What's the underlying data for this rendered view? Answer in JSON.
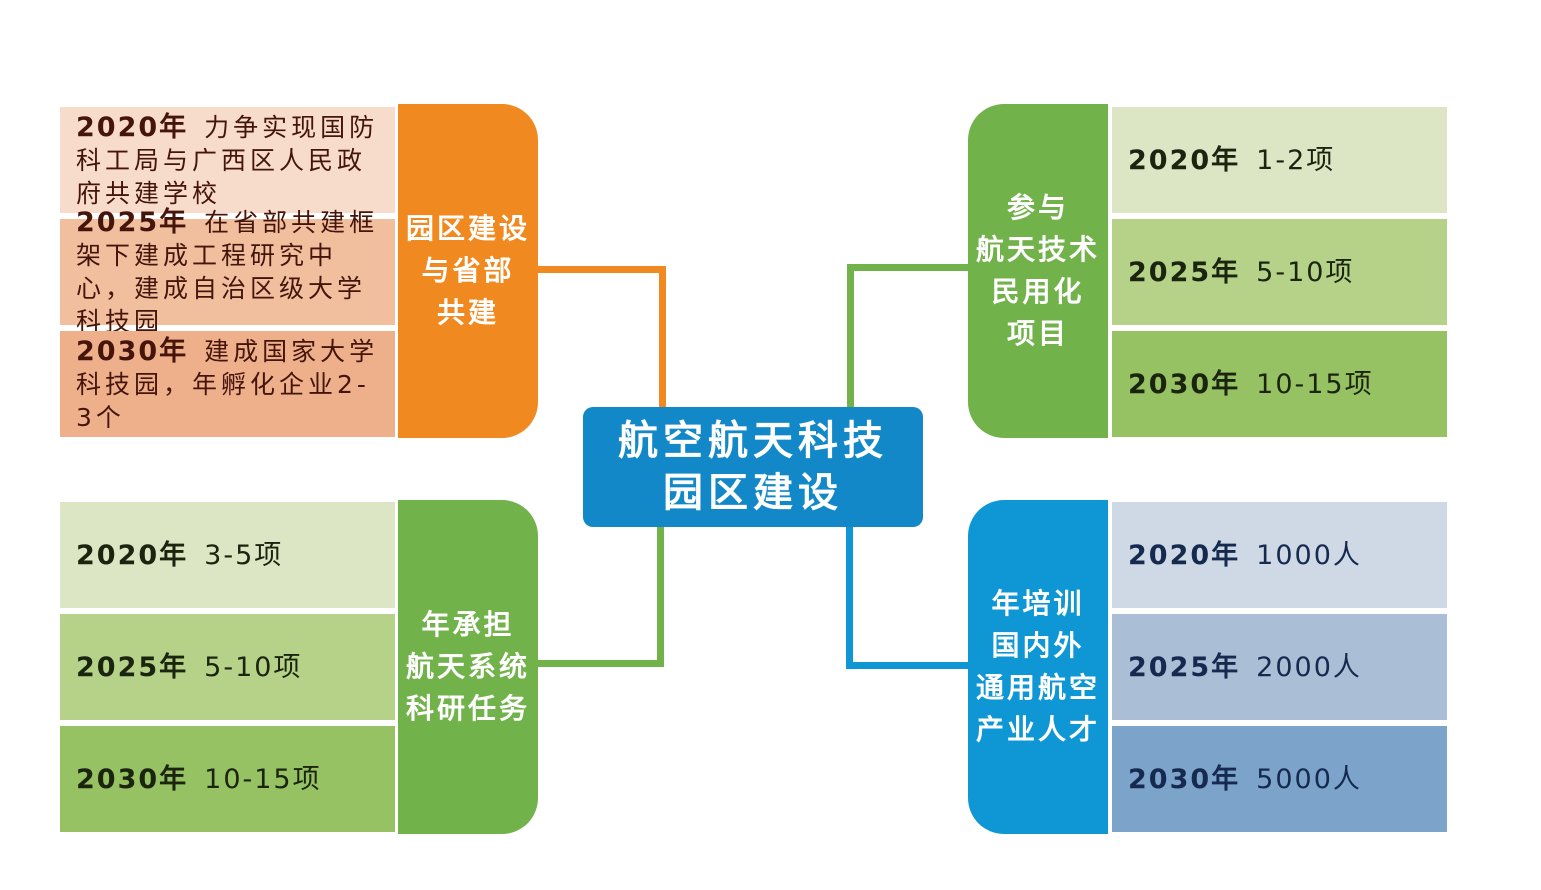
{
  "page": {
    "background": "#ffffff"
  },
  "center": {
    "title_lines": [
      "航空航天科技",
      "园区建设"
    ],
    "bg": "#1288C8",
    "text_color": "#ffffff"
  },
  "branches": [
    {
      "name": "园区建设与省部共建",
      "label_lines": [
        "园区建设",
        "与省部",
        "共建"
      ],
      "color": "#F18921",
      "text_color": "#45150C",
      "rows": [
        {
          "year": "2020年",
          "text": "力争实现国防科工局与广西区人民政府共建学校",
          "bg": "#F7DCCB"
        },
        {
          "year": "2025年",
          "text": "在省部共建框架下建成工程研究中心，建成自治区级大学科技园",
          "bg": "#F1BF9E"
        },
        {
          "year": "2030年",
          "text": "建成国家大学科技园，年孵化企业2-3个",
          "bg": "#EEAF8B"
        }
      ]
    },
    {
      "name": "参与航天技术民用化项目",
      "label_lines": [
        "参与",
        "航天技术",
        "民用化",
        "项目"
      ],
      "color": "#71B24A",
      "text_color": "#1A240E",
      "rows": [
        {
          "year": "2020年",
          "text": "1-2项",
          "bg": "#DCE5C4"
        },
        {
          "year": "2025年",
          "text": "5-10项",
          "bg": "#B6D288"
        },
        {
          "year": "2030年",
          "text": "10-15项",
          "bg": "#97C263"
        }
      ]
    },
    {
      "name": "年承担航天系统科研任务",
      "label_lines": [
        "年承担",
        "航天系统",
        "科研任务"
      ],
      "color": "#71B24A",
      "text_color": "#1A240E",
      "rows": [
        {
          "year": "2020年",
          "text": "3-5项",
          "bg": "#DCE5C4"
        },
        {
          "year": "2025年",
          "text": "5-10项",
          "bg": "#B6D288"
        },
        {
          "year": "2030年",
          "text": "10-15项",
          "bg": "#97C263"
        }
      ]
    },
    {
      "name": "年培训国内外通用航空产业人才",
      "label_lines": [
        "年培训",
        "国内外",
        "通用航空",
        "产业人才"
      ],
      "color": "#0F97D5",
      "text_color": "#16294E",
      "rows": [
        {
          "year": "2020年",
          "text": "1000人",
          "bg": "#CFD9E5"
        },
        {
          "year": "2025年",
          "text": "2000人",
          "bg": "#AABED6"
        },
        {
          "year": "2030年",
          "text": "5000人",
          "bg": "#7CA3C9"
        }
      ]
    }
  ]
}
